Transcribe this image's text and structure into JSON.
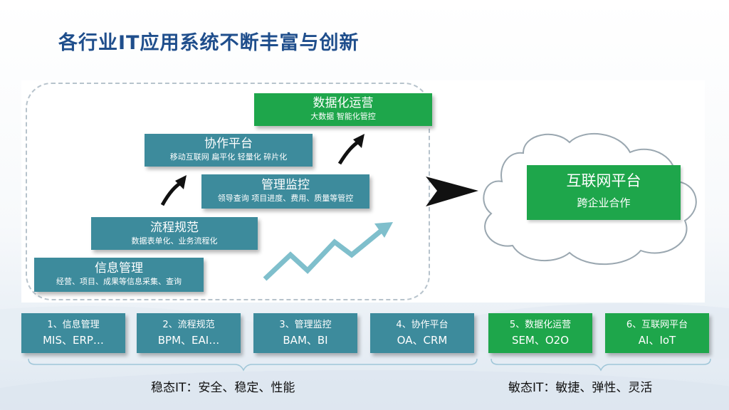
{
  "title": "各行业IT应用系统不断丰富与创新",
  "steps": [
    {
      "title": "信息管理",
      "subtitle": "经营、项目、成果等信息采集、查询"
    },
    {
      "title": "流程规范",
      "subtitle": "数据表单化、业务流程化"
    },
    {
      "title": "管理监控",
      "subtitle": "领导查询 项目进度、费用、质量等管控"
    },
    {
      "title": "协作平台",
      "subtitle": "移动互联网 扁平化 轻量化 碎片化"
    },
    {
      "title": "数据化运营",
      "subtitle": "大数据 智能化管控"
    }
  ],
  "cloud": {
    "title": "互联网平台",
    "subtitle": "跨企业合作"
  },
  "bottom_boxes": [
    {
      "line1": "1、信息管理",
      "line2": "MIS、ERP…",
      "color": "#3d8b9c"
    },
    {
      "line1": "2、流程规范",
      "line2": "BPM、EAI…",
      "color": "#3d8b9c"
    },
    {
      "line1": "3、管理监控",
      "line2": "BAM、BI",
      "color": "#3d8b9c"
    },
    {
      "line1": "4、协作平台",
      "line2": "OA、CRM",
      "color": "#3d8b9c"
    },
    {
      "line1": "5、数据化运营",
      "line2": "SEM、O2O",
      "color": "#1ea64b"
    },
    {
      "line1": "6、互联网平台",
      "line2": "AI、IoT",
      "color": "#1ea64b"
    }
  ],
  "captions": {
    "stable": "稳态IT：安全、稳定、性能",
    "agile": "敏态IT：敏捷、弹性、灵活"
  },
  "colors": {
    "title": "#1f4e8c",
    "teal": "#3d8b9c",
    "green": "#1ea64b",
    "zigzag": "#7fbfcc"
  }
}
